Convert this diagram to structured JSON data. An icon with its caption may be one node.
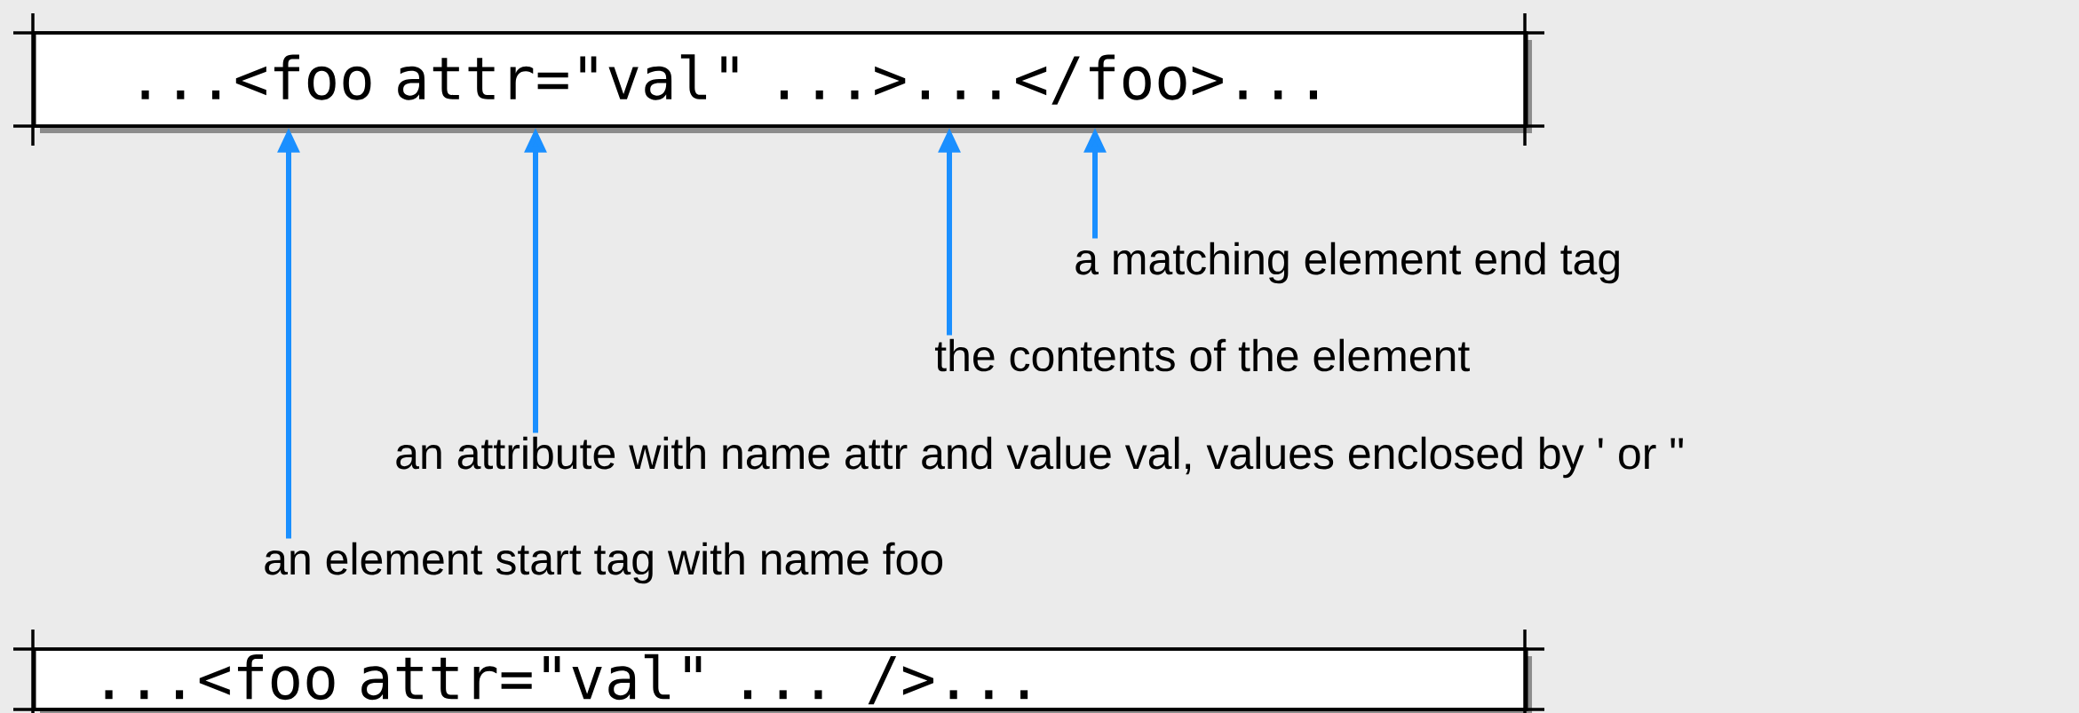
{
  "diagram": {
    "nodes": [
      {
        "text": [
          "...<foo attr=\"val\" ...>...</foo>..."
        ]
      },
      {
        "text": [
          "...<foo attr=\"val\" ... />..."
        ]
      },
      {
        "text": [
          "a matching element end tag"
        ]
      },
      {
        "text": [
          "the contents of the element"
        ]
      },
      {
        "text": [
          "an attribute with name attr and value val, values enclosed by ' or \""
        ]
      },
      {
        "text": [
          "an element start tag with name foo"
        ]
      }
    ],
    "edges": [
      {
        "from": 2,
        "to": 0,
        "arrow": "to"
      },
      {
        "from": 3,
        "to": 0,
        "arrow": "to"
      },
      {
        "from": 4,
        "to": 0,
        "arrow": "to"
      },
      {
        "from": 5,
        "to": 0,
        "arrow": "to"
      }
    ]
  }
}
